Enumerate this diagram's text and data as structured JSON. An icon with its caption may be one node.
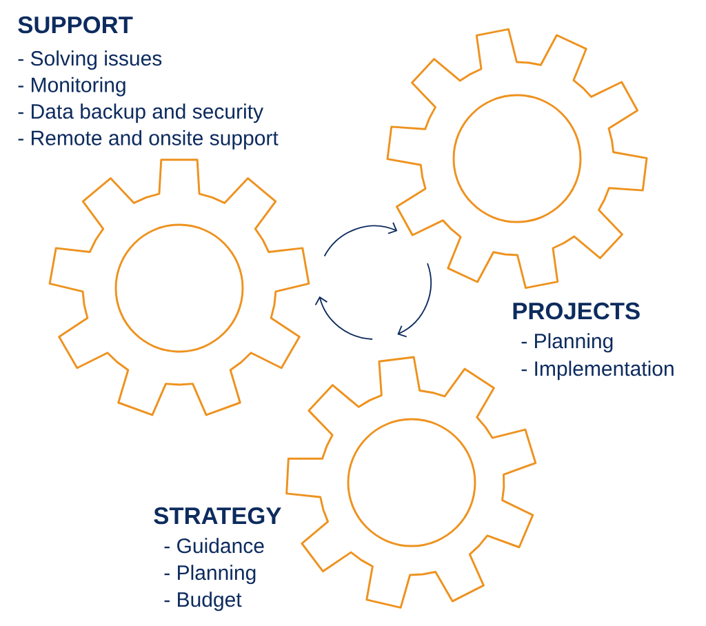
{
  "diagram": {
    "nodes": [
      {
        "text": [],
        "shape": "gear",
        "beside": [
          "SUPPORT",
          "- Solving issues",
          "- Monitoring",
          "- Data backup and security",
          "- Remote and onsite support"
        ]
      },
      {
        "text": [],
        "shape": "gear",
        "beside": [
          "PROJECTS",
          "- Planning",
          "- Implementation"
        ]
      },
      {
        "text": [],
        "shape": "gear",
        "beside": [
          "STRATEGY",
          "- Guidance",
          "- Planning",
          "- Budget"
        ]
      }
    ]
  }
}
